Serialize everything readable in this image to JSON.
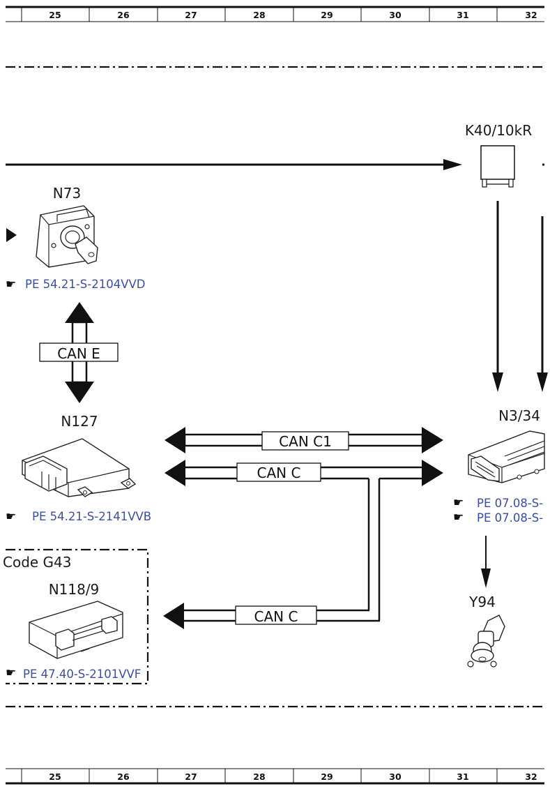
{
  "ruler": {
    "columns": [
      "25",
      "26",
      "27",
      "28",
      "29",
      "30",
      "31",
      "32"
    ]
  },
  "relay": {
    "label": "K40/10kR"
  },
  "ignition_switch": {
    "label": "N73",
    "ref": "PE 54.21-S-2104VVD"
  },
  "module_n127": {
    "label": "N127",
    "ref": "PE 54.21-S-2141VVB"
  },
  "engine_ecu": {
    "label": "N3/34",
    "ref1": "PE 07.08-S-",
    "ref2": "PE 07.08-S-"
  },
  "valve_y94": {
    "label": "Y94"
  },
  "code_group": {
    "title": "Code G43",
    "label": "N118/9",
    "ref": "PE 47.40-S-2101VVF"
  },
  "buses": {
    "can_e": "CAN E",
    "can_c1": "CAN C1",
    "can_c": "CAN C",
    "can_c_lower": "CAN C"
  },
  "icons": {
    "reference": "pointing-hand-icon"
  }
}
